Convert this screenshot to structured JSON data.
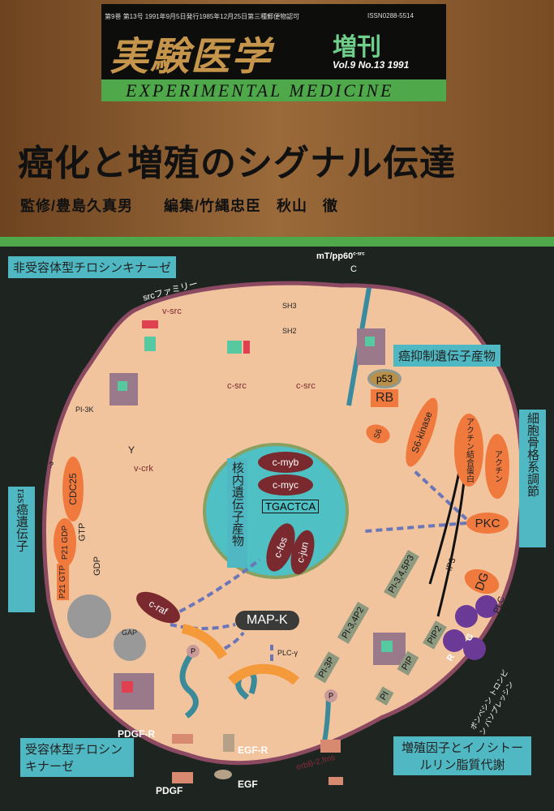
{
  "masthead": {
    "issue_line": "第9巻 第13号 1991年9月5日発行1985年12月25日第三種郵便物認可",
    "issn": "ISSN0288-5514",
    "logo": "実験医学",
    "special": "増刊",
    "volume": "Vol.9 No.13 1991",
    "english": "EXPERIMENTAL MEDICINE"
  },
  "title": "癌化と増殖のシグナル伝達",
  "credits": "監修/豊島久真男　　編集/竹縄忠臣　秋山　徹",
  "sections": {
    "non_receptor": "非受容体型チロシンキナーゼ",
    "suppressor": "癌抑制遺伝子産物",
    "cytoskeleton": "細胞骨格系調節",
    "ras": "ras癌遺伝子",
    "nuclear": "核内遺伝子産物",
    "receptor": "受容体型チロシンキナーゼ",
    "inositol": "増殖因子とイノシトールリン脂質代謝"
  },
  "labels": {
    "src_family": "srcファミリー",
    "v_src": "v-src",
    "c_src": "c-src",
    "c_src2": "c-src",
    "mt": "mT/pp60",
    "mt_sup": "c-src",
    "sh3": "SH3",
    "sh2": "SH2",
    "pi3k": "PI-3K",
    "v_crk": "v-crk",
    "c": "C",
    "y": "Y",
    "p": "P",
    "p53": "p53",
    "rb": "RB",
    "s6": "S6",
    "s6k": "S6-kinase",
    "actin_bp": "アクチン結合蛋白",
    "actin": "アクチン",
    "cdc25": "CDC25",
    "q": "?",
    "gtp": "GTP",
    "gdp": "GDP",
    "p21gdp": "P21 GDP",
    "p21gtp": "P21 GTP",
    "cmyb": "c-myb",
    "cmyc": "c-myc",
    "tgactca": "TGACTCA",
    "cfos": "c-fos",
    "cjun": "c-jun",
    "pkc": "PKC",
    "dg": "DG",
    "ip3": "IP3",
    "plc": "PLC",
    "craf": "c-raf",
    "mapk": "MAP-K",
    "gap": "GAP",
    "plcg": "PLC-γ",
    "pi": "PI",
    "pip": "PIP",
    "pip2": "PIP2",
    "pi3p": "PI-3P",
    "pi34p2": "PI-3,4P2",
    "pi345p3": "PI-3,4,5P3",
    "r": "R",
    "g": "G",
    "ligands": "ボンベシン トロンビン バソプレッシン",
    "pdgfr": "PDGF-R",
    "pdgf": "PDGF",
    "egfr": "EGF-R",
    "egf": "EGF",
    "erbb2": "erbB-2,fms"
  },
  "colors": {
    "brown": "#8a5a2e",
    "green": "#4fa84a",
    "gold": "#c4954a",
    "cyan": "#4fb8c3",
    "cell": "#f2c49e",
    "membrane": "#8c4a62",
    "orange": "#f07a3e",
    "maroon": "#7a2a2e",
    "arrow": "#6a76b8"
  }
}
